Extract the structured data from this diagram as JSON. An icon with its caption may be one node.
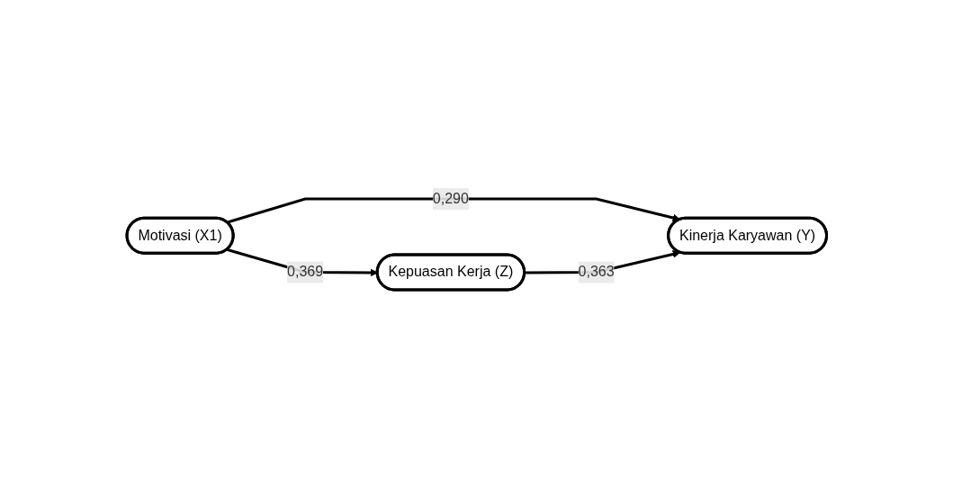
{
  "diagram": {
    "nodes": [
      {
        "text": [
          "Motivasi (X1)"
        ]
      },
      {
        "text": [
          "Kinerja Karyawan (Y)"
        ]
      },
      {
        "text": [
          "Kepuasan Kerja (Z)"
        ]
      }
    ],
    "edges": [
      {
        "from": 0,
        "to": 1,
        "arrow": "to",
        "label": "0,290"
      },
      {
        "from": 0,
        "to": 2,
        "arrow": "to",
        "label": "0,369"
      },
      {
        "from": 2,
        "to": 1,
        "arrow": "to",
        "label": "0,363"
      }
    ]
  }
}
